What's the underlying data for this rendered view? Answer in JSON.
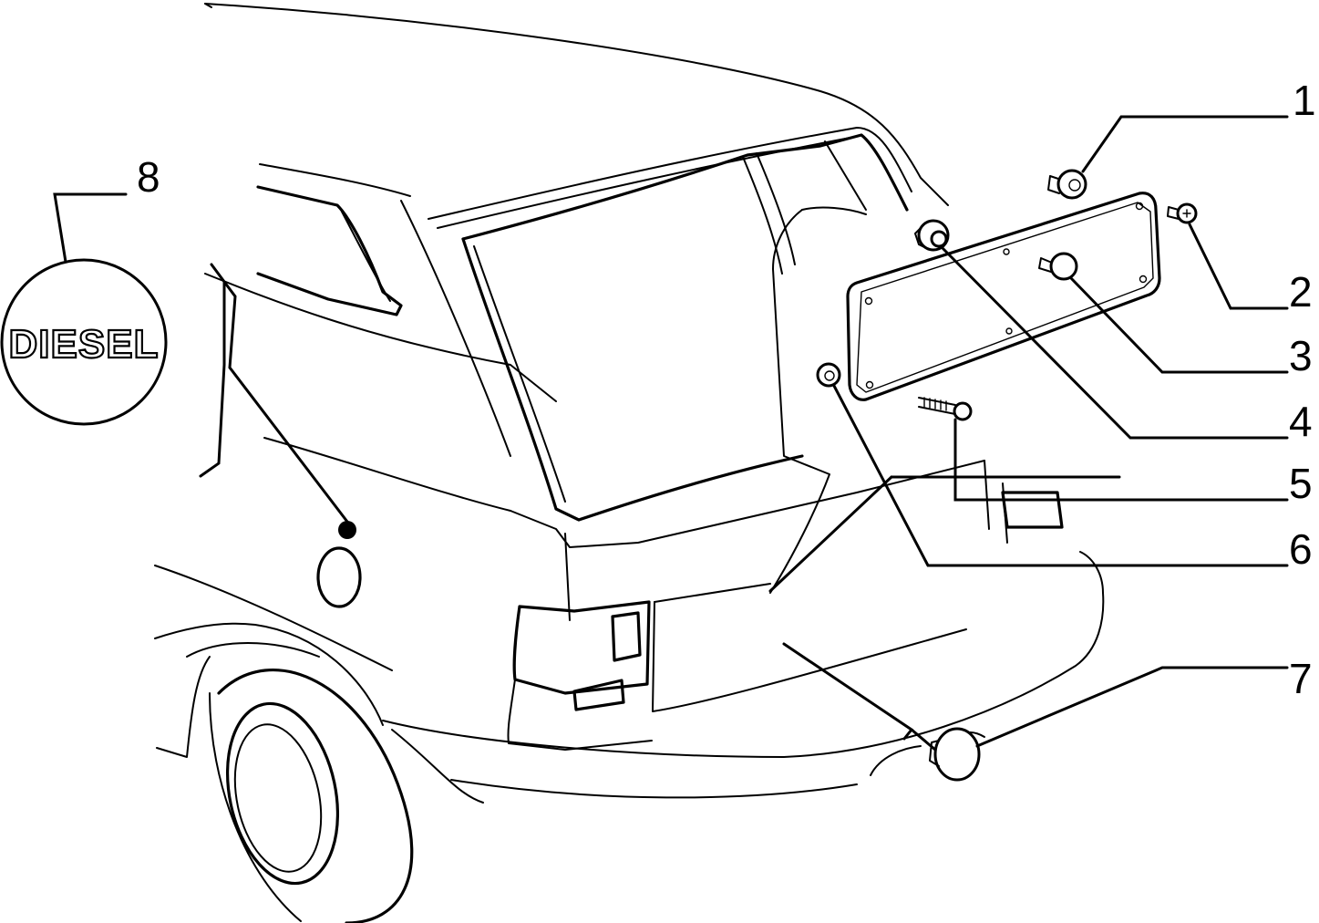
{
  "callouts": [
    {
      "number": "1",
      "part": "plug"
    },
    {
      "number": "2",
      "part": "screw"
    },
    {
      "number": "3",
      "part": "plug"
    },
    {
      "number": "4",
      "part": "grommet"
    },
    {
      "number": "5",
      "part": "screw"
    },
    {
      "number": "6",
      "part": "nut"
    },
    {
      "number": "7",
      "part": "plug"
    },
    {
      "number": "8",
      "part": "badge"
    }
  ],
  "badge": {
    "text": "DIESEL"
  }
}
